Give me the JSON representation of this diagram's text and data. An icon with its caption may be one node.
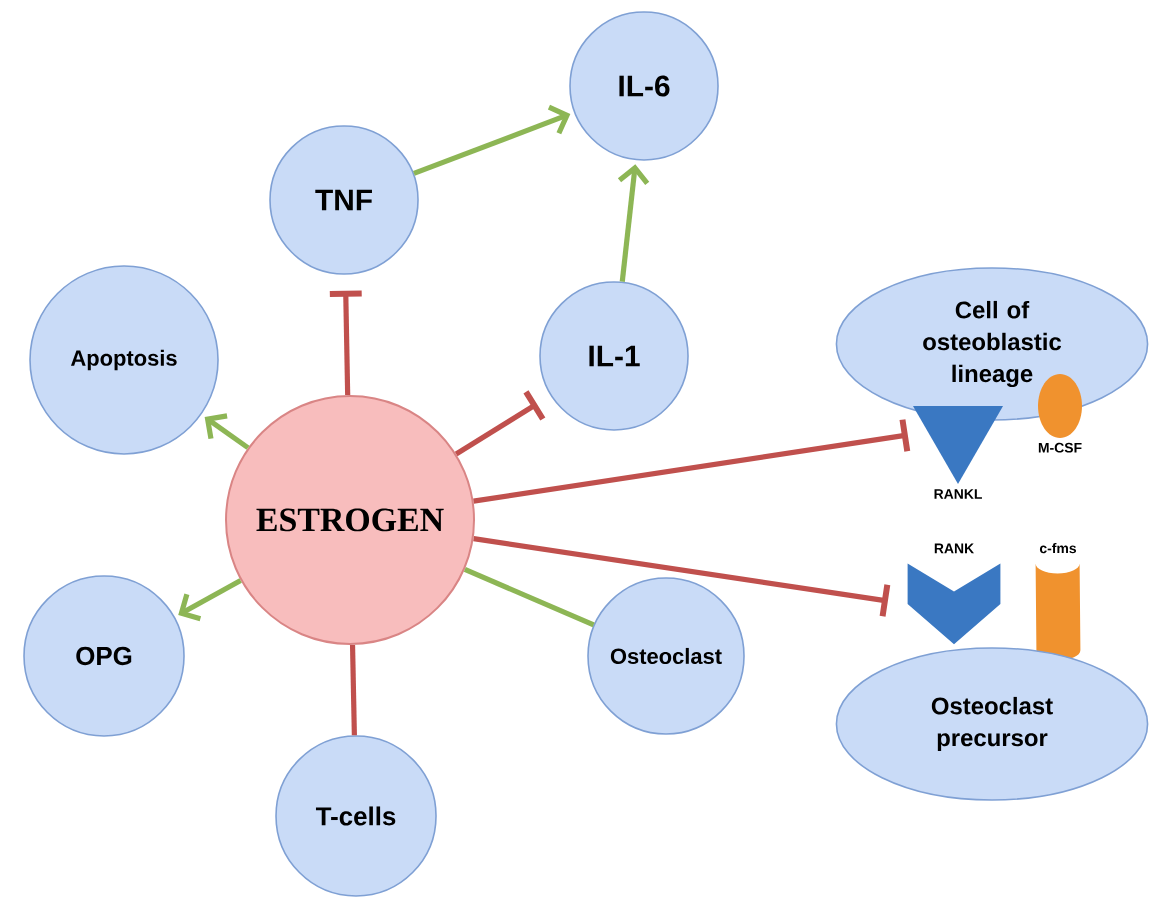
{
  "diagram": {
    "nodes": [
      {
        "text": [
          "ESTROGEN"
        ]
      },
      {
        "text": [
          "TNF"
        ]
      },
      {
        "text": [
          "IL-6"
        ]
      },
      {
        "text": [
          "IL-1"
        ]
      },
      {
        "text": [
          "Apoptosis"
        ]
      },
      {
        "text": [
          "OPG"
        ]
      },
      {
        "text": [
          "Osteoclast"
        ]
      },
      {
        "text": [
          "T-cells"
        ]
      },
      {
        "text": [
          "Cell of osteoblastic lineage"
        ]
      },
      {
        "text": [
          "RANKL"
        ]
      },
      {
        "text": [
          "M-CSF"
        ]
      },
      {
        "text": [
          "RANK"
        ]
      },
      {
        "text": [
          "c-fms"
        ]
      },
      {
        "text": [
          "Osteoclast precursor"
        ]
      }
    ],
    "edges": [
      {
        "from": 0,
        "to": 1,
        "arrow": "other",
        "color": "#c0504d"
      },
      {
        "from": 0,
        "to": 3,
        "arrow": "other",
        "color": "#c0504d"
      },
      {
        "from": 0,
        "to": 9,
        "arrow": "other",
        "color": "#c0504d"
      },
      {
        "from": 0,
        "to": 11,
        "arrow": "other",
        "color": "#c0504d"
      },
      {
        "from": 0,
        "to": 7,
        "arrow": "none",
        "color": "#c0504d"
      },
      {
        "from": 0,
        "to": 4,
        "arrow": "to",
        "color": "#8db655"
      },
      {
        "from": 0,
        "to": 5,
        "arrow": "to",
        "color": "#8db655"
      },
      {
        "from": 0,
        "to": 6,
        "arrow": "none",
        "color": "#8db655"
      },
      {
        "from": 1,
        "to": 2,
        "arrow": "to",
        "color": "#8db655"
      },
      {
        "from": 3,
        "to": 2,
        "arrow": "to",
        "color": "#8db655"
      }
    ]
  }
}
